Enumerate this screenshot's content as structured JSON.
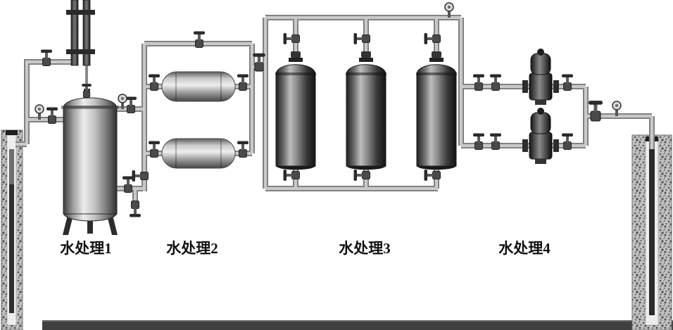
{
  "diagram": {
    "labels": [
      {
        "text": "水处理1"
      },
      {
        "text": "水处理2"
      },
      {
        "text": "水处理3"
      },
      {
        "text": "水处理4"
      }
    ],
    "colors": {
      "background": "#ffffff",
      "pipe_fill": "#c9c9c9",
      "pipe_outline": "#7d7d7d",
      "vessel_dark": "#2e2e2e",
      "vessel_highlight": "#ececec",
      "ground_strip": "#3f3f3f",
      "label_text": "#111111"
    },
    "icons": [
      "valve-icon",
      "pressure-gauge-icon"
    ]
  }
}
